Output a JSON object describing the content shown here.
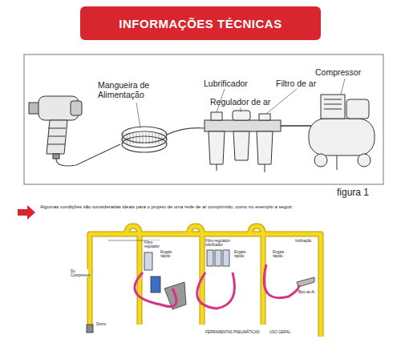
{
  "diagram": {
    "title": "INFORMAÇÕES TÉCNICAS",
    "caption": "figura 1",
    "labels": [
      "Mangueira de Alimentação",
      "Lubrificador",
      "Regulador de ar",
      "Filtro de ar",
      "Compressor",
      "Algumas condições são consideradas ideais para o projeto de uma rede de ar comprimido, como no exemplo a seguir:",
      "Do Compressor",
      "Filtro-regulador",
      "Engate rápido",
      "Filtro-regulador-lubrificador",
      "Engate rápido",
      "Engate rápido",
      "Inclinação",
      "FERRAMENTAS PNEUMÁTICAS",
      "USO GERAL",
      "Bico de Ar",
      "Dreno"
    ]
  }
}
